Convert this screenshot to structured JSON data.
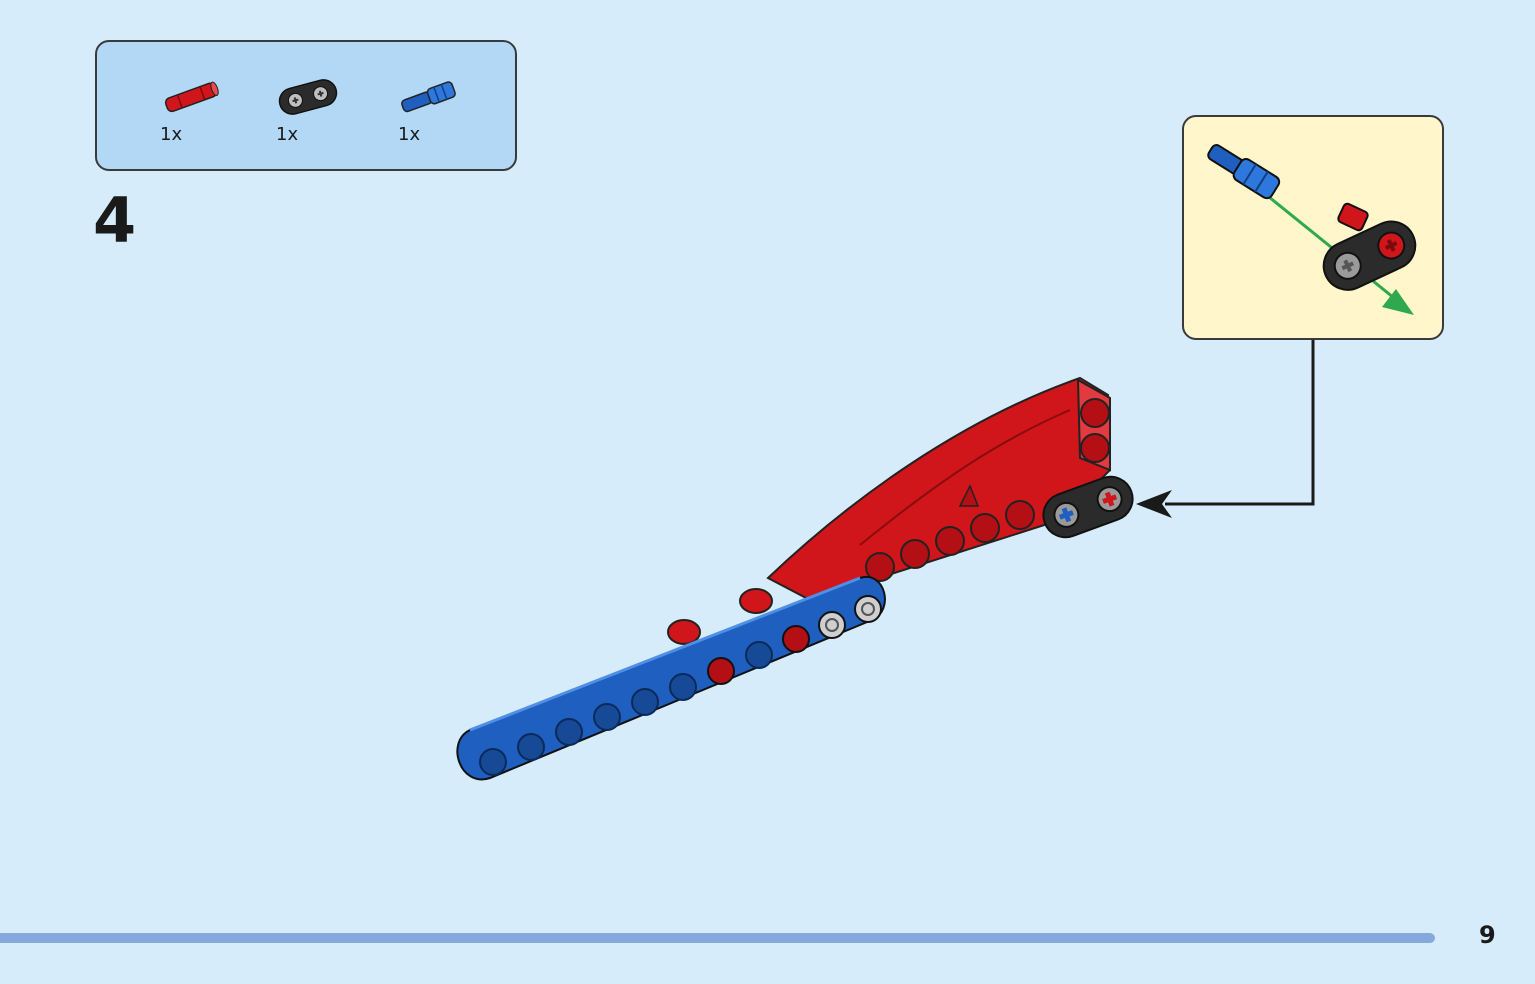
{
  "parts_list": {
    "items": [
      {
        "name": "red-axle-pin",
        "qty": "1x",
        "color": "#d0161b"
      },
      {
        "name": "black-connector",
        "qty": "1x",
        "color": "#2b2b2b"
      },
      {
        "name": "blue-axle-pin",
        "qty": "1x",
        "color": "#1f5fbf"
      }
    ]
  },
  "step": {
    "number": "4"
  },
  "colors": {
    "background": "#d6ecfa",
    "parts_box": "#b2d8f5",
    "callout": "#fff6cc",
    "red": "#d0161b",
    "blue": "#1f5fbf",
    "black": "#2b2b2b",
    "arrow_green": "#2fa84f",
    "footer_bar": "#85a9dc"
  },
  "icons": {
    "callout_arrow": "pointer-arrow-icon",
    "insert_arrow": "green-insert-arrow-icon"
  },
  "page": {
    "number": "9"
  }
}
